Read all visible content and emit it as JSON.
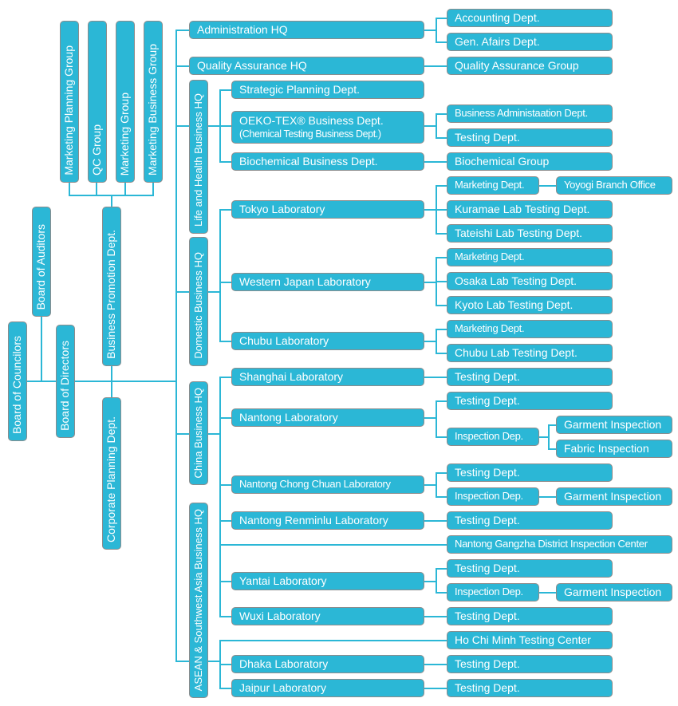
{
  "colors": {
    "box_fill": "#2bb7d6",
    "box_border": "#8c8c8c",
    "connector": "#2bb7d6",
    "text": "#ffffff"
  },
  "governance": {
    "board_of_councilors": "Board of Councilors",
    "board_of_auditors": "Board of Auditors",
    "board_of_directors": "Board of Directors"
  },
  "staff": {
    "business_promotion": "Business Promotion Dept.",
    "corporate_planning": "Corporate Planning Dept.",
    "promotion_groups": [
      "Marketing Planning Group",
      "QC Group",
      "Marketing Group",
      "Marketing Business Group"
    ]
  },
  "hq": {
    "administration": {
      "label": "Administration HQ",
      "children": [
        "Accounting Dept.",
        "Gen. Afairs Dept."
      ]
    },
    "quality_assurance": {
      "label": "Quality Assurance HQ",
      "children": [
        "Quality Assurance Group"
      ]
    },
    "life_health": {
      "label": "Life and Health Business HQ",
      "strategic": "Strategic Planning Dept.",
      "oeko": {
        "label": "OEKO-TEX® Business Dept.",
        "sublabel": "(Chemical Testing Business Dept.)",
        "children": [
          "Business Administaation Dept.",
          "Testing Dept."
        ]
      },
      "biochem": {
        "label": "Biochemical Business Dept.",
        "children": [
          "Biochemical Group"
        ]
      }
    },
    "domestic": {
      "label": "Domestic Business HQ",
      "tokyo": {
        "label": "Tokyo Laboratory",
        "children": [
          "Marketing Dept.",
          "Kuramae Lab Testing Dept.",
          "Tateishi Lab Testing Dept."
        ],
        "branch": "Yoyogi Branch Office"
      },
      "western": {
        "label": "Western Japan Laboratory",
        "children": [
          "Marketing Dept.",
          "Osaka Lab Testing Dept.",
          "Kyoto Lab Testing Dept."
        ]
      },
      "chubu": {
        "label": "Chubu Laboratory",
        "children": [
          "Marketing Dept.",
          "Chubu Lab Testing Dept."
        ]
      }
    },
    "china": {
      "label": "China Business HQ",
      "shanghai": {
        "label": "Shanghai Laboratory",
        "children": [
          "Testing Dept."
        ]
      },
      "nantong": {
        "label": "Nantong Laboratory",
        "children": [
          "Testing Dept.",
          "Inspection Dep."
        ],
        "inspection": [
          "Garment Inspection",
          "Fabric Inspection"
        ]
      },
      "chongchuan": {
        "label": "Nantong Chong Chuan Laboratory",
        "children": [
          "Testing Dept.",
          "Inspection Dep."
        ],
        "inspection": [
          "Garment Inspection"
        ]
      },
      "renminlu": {
        "label": "Nantong Renminlu Laboratory",
        "children": [
          "Testing Dept."
        ]
      },
      "gangzha": "Nantong Gangzha District Inspection Center",
      "yantai": {
        "label": "Yantai Laboratory",
        "children": [
          "Testing Dept.",
          "Inspection Dep."
        ],
        "inspection": [
          "Garment Inspection"
        ]
      },
      "wuxi": {
        "label": "Wuxi Laboratory",
        "children": [
          "Testing Dept."
        ]
      }
    },
    "asean": {
      "label": "ASEAN & Southwest Asia Business HQ",
      "hochiminh": "Ho Chi Minh Testing Center",
      "dhaka": {
        "label": "Dhaka Laboratory",
        "children": [
          "Testing Dept."
        ]
      },
      "jaipur": {
        "label": "Jaipur Laboratory",
        "children": [
          "Testing Dept."
        ]
      }
    }
  }
}
